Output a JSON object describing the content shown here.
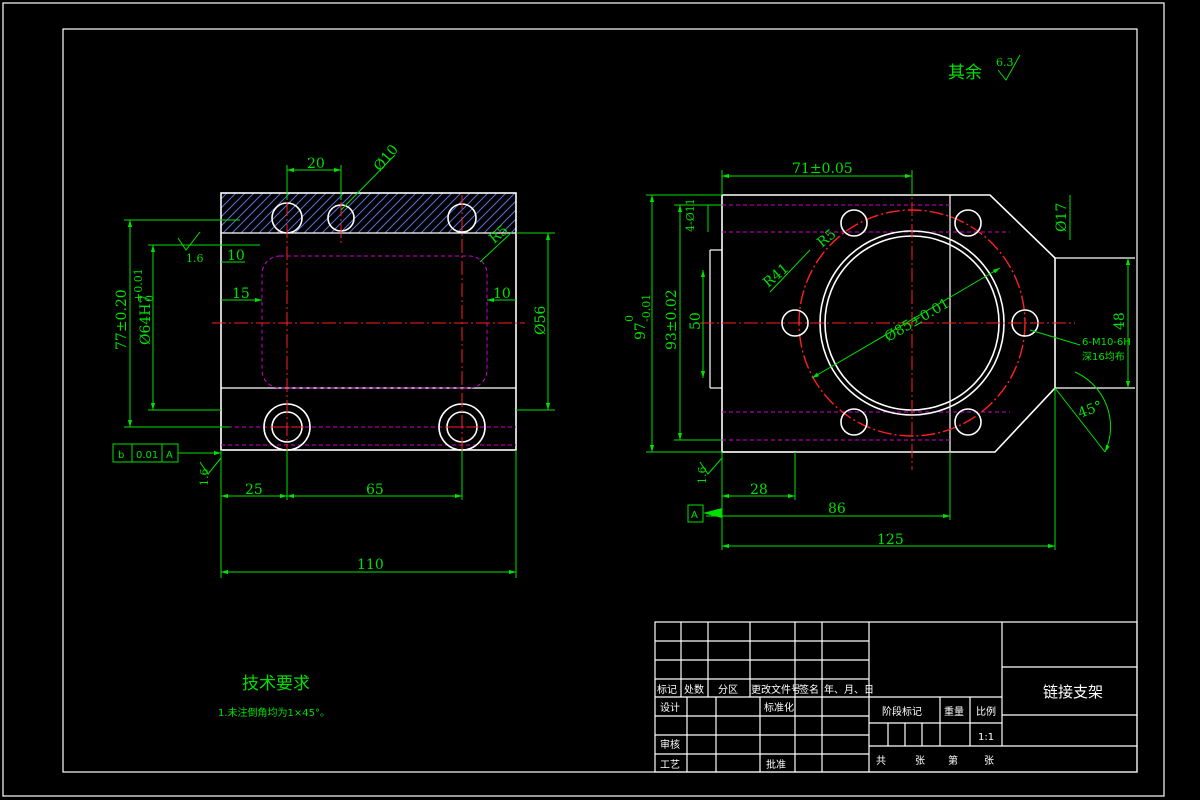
{
  "surface_note": {
    "prefix": "其余",
    "value": "6.3"
  },
  "front_view": {
    "dims": [
      "20",
      "Ø10",
      "10",
      "R5",
      "15",
      "10",
      "Ø56",
      "77±0.20",
      "Ø64H7",
      "+0.01",
      "0",
      "25",
      "65",
      "110"
    ],
    "roughness": [
      "1.6",
      "1.6"
    ],
    "tolerance_frame": [
      "b",
      "0.01",
      "A"
    ]
  },
  "side_view": {
    "dims": [
      "71±0.05",
      "4-Ø11",
      "R5",
      "Ø17",
      "R41",
      "Ø85±0.01",
      "50",
      "97",
      "0",
      "-0.01",
      "93±0.02",
      "48",
      "28",
      "86",
      "125",
      "45°"
    ],
    "thread_note": [
      "6-M10-6H",
      "深16均布"
    ],
    "roughness": "1.6",
    "datum": "A"
  },
  "tech_req": {
    "title": "技术要求",
    "line1": "1.未注倒角均为1×45°。"
  },
  "title_block": {
    "part_name": "链接支架",
    "header_cells": [
      "标记",
      "处数",
      "分区",
      "更改文件号",
      "签名",
      "年、月、日"
    ],
    "design": "设计",
    "standard": "标准化",
    "review": "审核",
    "process": "工艺",
    "approve": "批准",
    "stage_mark": "阶段标记",
    "weight": "重量",
    "scale_label": "比例",
    "scale_value": "1:1",
    "sheet_total": "共",
    "sheet_unit1": "张",
    "sheet_no": "第",
    "sheet_unit2": "张"
  }
}
